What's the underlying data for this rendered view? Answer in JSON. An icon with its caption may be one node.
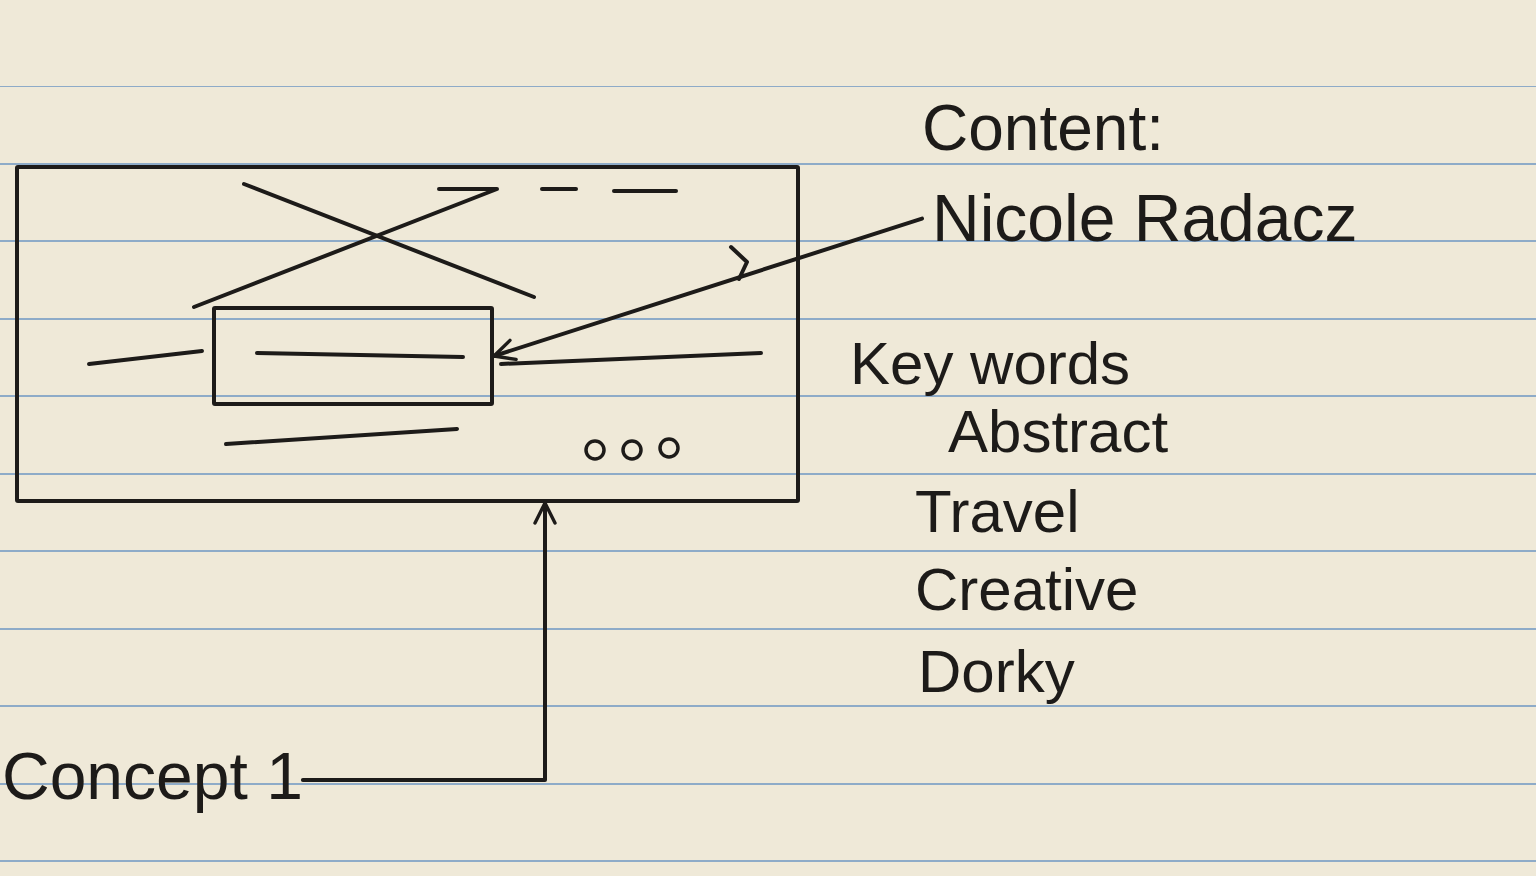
{
  "diagram": {
    "nodes": [
      {
        "text": [],
        "shape": "box"
      },
      {
        "text": [],
        "shape": "box",
        "in": 0
      },
      {
        "text": [
          "Content:",
          "Nicole Radacz"
        ]
      },
      {
        "text": [
          "Concept 1"
        ]
      }
    ],
    "edges": [
      {
        "from": 2,
        "to": 1,
        "arrow": "to"
      },
      {
        "from": 3,
        "to": 0,
        "arrow": "to"
      }
    ],
    "labels": [
      "Key words",
      "Abstract",
      "Travel",
      "Creative",
      "Dorky"
    ]
  }
}
